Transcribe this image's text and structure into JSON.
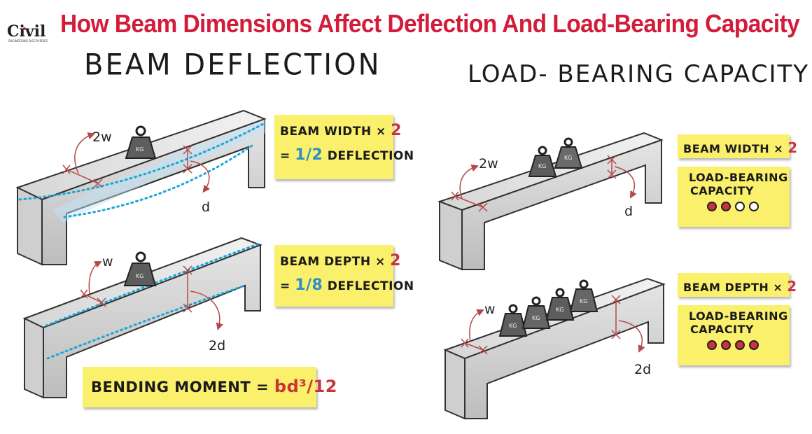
{
  "logo": {
    "text": "Civil",
    "tagline": "ENGINEERING DISCOVERIES"
  },
  "title": "How Beam Dimensions Affect Deflection And Load-Bearing Capacity",
  "left": {
    "heading": "BEAM DEFLECTION",
    "note_width": {
      "line1": "BEAM WIDTH ×",
      "multiplier": "2",
      "line2_prefix": "=",
      "fraction": "1/2",
      "line2_suffix": "DEFLECTION"
    },
    "note_depth": {
      "line1": "BEAM DEPTH ×",
      "multiplier": "2",
      "line2_prefix": "=",
      "fraction": "1/8",
      "line2_suffix": "DEFLECTION"
    },
    "formula": {
      "label": "BENDING MOMENT =",
      "value": "bd³/12"
    },
    "beam1": {
      "width_label": "2w",
      "depth_label": "d",
      "weight_label": "KG"
    },
    "beam2": {
      "width_label": "w",
      "depth_label": "2d",
      "weight_label": "KG"
    }
  },
  "right": {
    "heading": "LOAD- BEARING CAPACITY",
    "note_width": {
      "line1": "BEAM WIDTH ×",
      "multiplier": "2"
    },
    "note_width_capacity": {
      "label_line1": "LOAD-BEARING",
      "label_line2": "CAPACITY",
      "filled": 2,
      "total": 4
    },
    "note_depth": {
      "line1": "BEAM DEPTH ×",
      "multiplier": "2"
    },
    "note_depth_capacity": {
      "label_line1": "LOAD-BEARING",
      "label_line2": "CAPACITY",
      "filled": 4,
      "total": 4
    },
    "beam1": {
      "width_label": "2w",
      "depth_label": "d",
      "weight_count": 2,
      "weight_label": "KG"
    },
    "beam2": {
      "width_label": "w",
      "depth_label": "2d",
      "weight_count": 4,
      "weight_label": "KG"
    }
  },
  "colors": {
    "title": "#d31b3a",
    "accent_red": "#c9343c",
    "accent_blue": "#2e8fc8",
    "note": "#faf06b",
    "beam_face": "#d8d8d8",
    "beam_top": "#e9e9e9"
  }
}
